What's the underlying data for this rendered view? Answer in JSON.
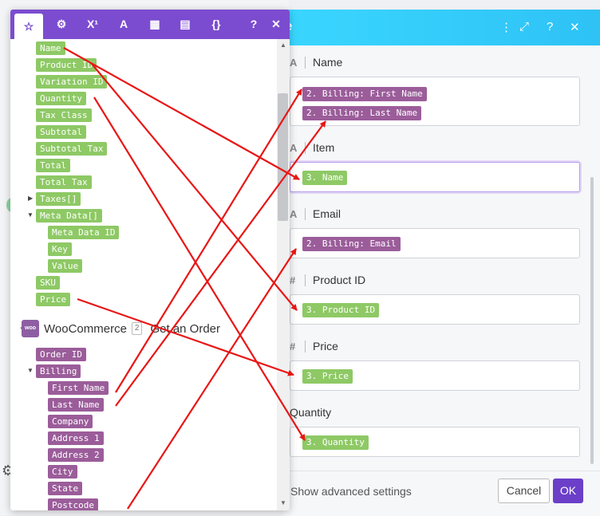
{
  "settings": {
    "title_fragment": "e",
    "fields": [
      {
        "label": "Name",
        "type_icon": "A",
        "values": [
          "2. Billing: First Name",
          "2. Billing: Last Name"
        ]
      },
      {
        "label": "Item",
        "type_icon": "A",
        "values": [
          "3. Name"
        ]
      },
      {
        "label": "Email",
        "type_icon": "A",
        "values": [
          "2. Billing: Email"
        ]
      },
      {
        "label": "Product ID",
        "type_icon": "#",
        "values": [
          "3. Product ID"
        ]
      },
      {
        "label": "Price",
        "type_icon": "#",
        "values": [
          "3. Price"
        ]
      },
      {
        "label": "Quantity",
        "type_icon": "",
        "values": [
          "3. Quantity"
        ]
      }
    ],
    "advanced_label": "Show advanced settings",
    "cancel_label": "Cancel",
    "ok_label": "OK",
    "header_icons": [
      "more-vert-icon",
      "expand-icon",
      "help-icon",
      "close-icon"
    ]
  },
  "mapper": {
    "toolbar": {
      "tabs": [
        "star-icon",
        "gear-icon",
        "superscript-icon",
        "text-icon",
        "calendar-icon",
        "table-icon",
        "braces-icon"
      ],
      "glyphs": {
        "star": "☆",
        "gear": "⚙",
        "sup": "X¹",
        "text": "A",
        "cal": "▦",
        "table": "▤",
        "braces": "{}",
        "help": "?",
        "close": "✕"
      }
    },
    "item_fields": [
      "Name",
      "Product ID",
      "Variation ID",
      "Quantity",
      "Tax Class",
      "Subtotal",
      "Subtotal Tax",
      "Total",
      "Total Tax",
      "Taxes[]",
      "Meta Data[]",
      "Meta Data ID",
      "Key",
      "Value",
      "SKU",
      "Price"
    ],
    "woo_module": {
      "name": "WooCommerce",
      "badge": "2",
      "action": "Get an Order",
      "logo_text": "woo"
    },
    "order_fields": [
      "Order ID",
      "Billing",
      "First Name",
      "Last Name",
      "Company",
      "Address 1",
      "Address 2",
      "City",
      "State",
      "Postcode"
    ]
  },
  "colors": {
    "accent": "#7c4cd0",
    "header": "#2ec2f5",
    "pill_green": "#8ec965",
    "pill_purple": "#9b5d9a",
    "arrow": "#e81616"
  }
}
